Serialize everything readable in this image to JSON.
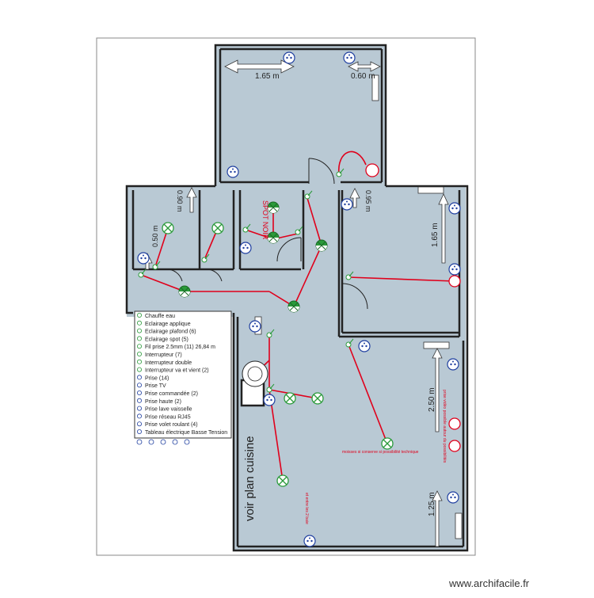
{
  "rooms": {
    "top_width": "1.65 m",
    "top_right": "0.60 m",
    "wc_a": "0.90 m",
    "wc_b": "0.50 m",
    "hall": "0.95 m",
    "bedroom_height": "1.65 m",
    "living_height": "2.50 m",
    "living_bottom": "1.25 m"
  },
  "labels": {
    "spot_noir": "SPOT NOIR",
    "voir_plan_cuisine": "voir plan cuisine",
    "moisture_note": "moisses si conserve si possibilité technique",
    "vertical_note": "prise vidéo possible autour du possibilités",
    "small_vertical_note": "et entre les 2 baie"
  },
  "legend": {
    "items": [
      "Chauffe eau",
      "Eclairage applique",
      "Eclairage plafond (6)",
      "Eclairage spot (5)",
      "Fil prise 2.5mm (11) 26,84 m",
      "Interrupteur (7)",
      "Interrupteur double",
      "Interrupteur va et vient (2)",
      "Prise (14)",
      "Prise TV",
      "Prise commandée (2)",
      "Prise haute (2)",
      "Prise lave vaisselle",
      "Prise réseau RJ45",
      "Prise volet roulant (4)",
      "Tableau électrique Basse Tension"
    ]
  },
  "footer": {
    "watermark": "www.archifacile.fr"
  },
  "colors": {
    "room_fill": "#b9c9d4",
    "wall": "#222222",
    "wire": "#e0001b",
    "light_green": "#2a9a3a",
    "outlet_blue": "#1f3fa0"
  }
}
